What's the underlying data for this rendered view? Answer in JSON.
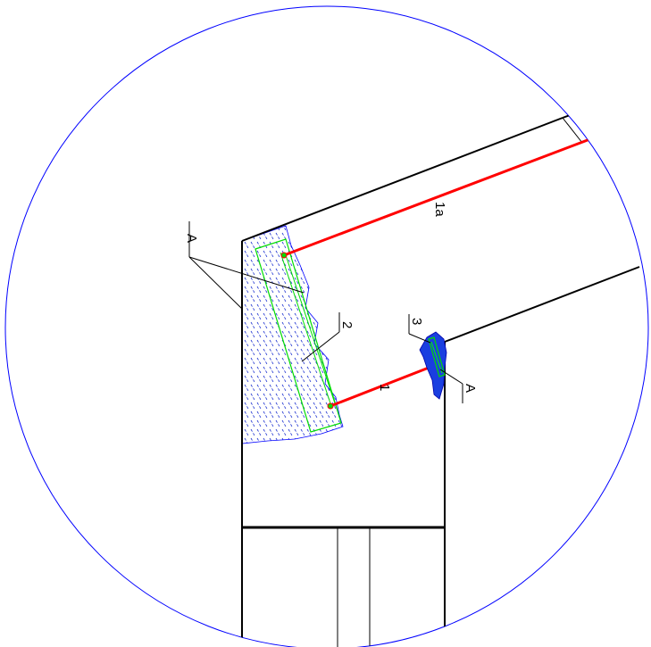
{
  "labels": {
    "a_left": "A",
    "two": "2",
    "one_a": "1a",
    "one": "1",
    "three": "3",
    "a_right": "A"
  },
  "colors": {
    "outline": "#0000ff",
    "rod": "#ff0000",
    "plate": "#00dd00",
    "hatch": "#1a2fd0",
    "structure": "#000000"
  }
}
